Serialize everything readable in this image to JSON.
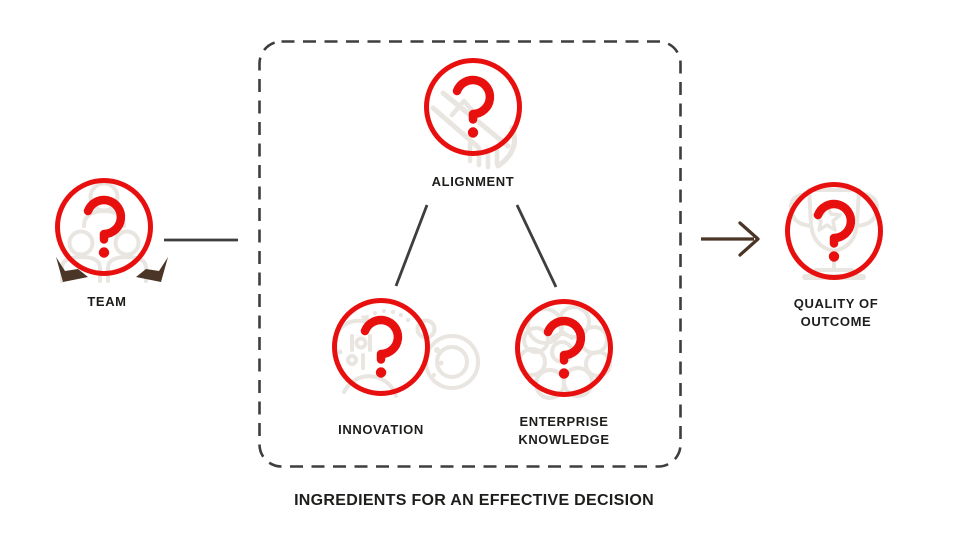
{
  "colors": {
    "background": "#ffffff",
    "red": "#e8100e",
    "line": "#3e3e3e",
    "brown": "#4a3526",
    "icon_gray": "#e9e5e0",
    "text": "#1d1d1b"
  },
  "diagram": {
    "caption": "INGREDIENTS FOR AN EFFECTIVE DECISION",
    "nodes": {
      "team": {
        "label": "TEAM",
        "icon": "team-people-icon"
      },
      "alignment": {
        "label": "ALIGNMENT",
        "icon": "handshake-icon"
      },
      "innovation": {
        "label": "INNOVATION",
        "icon": "innovation-dots-icon"
      },
      "enterprise_knowledge": {
        "label": "ENTERPRISE\nKNOWLEDGE",
        "icon": "brain-icon"
      },
      "quality_of_outcome": {
        "label": "QUALITY OF\nOUTCOME",
        "icon": "trophy-icon"
      }
    }
  }
}
